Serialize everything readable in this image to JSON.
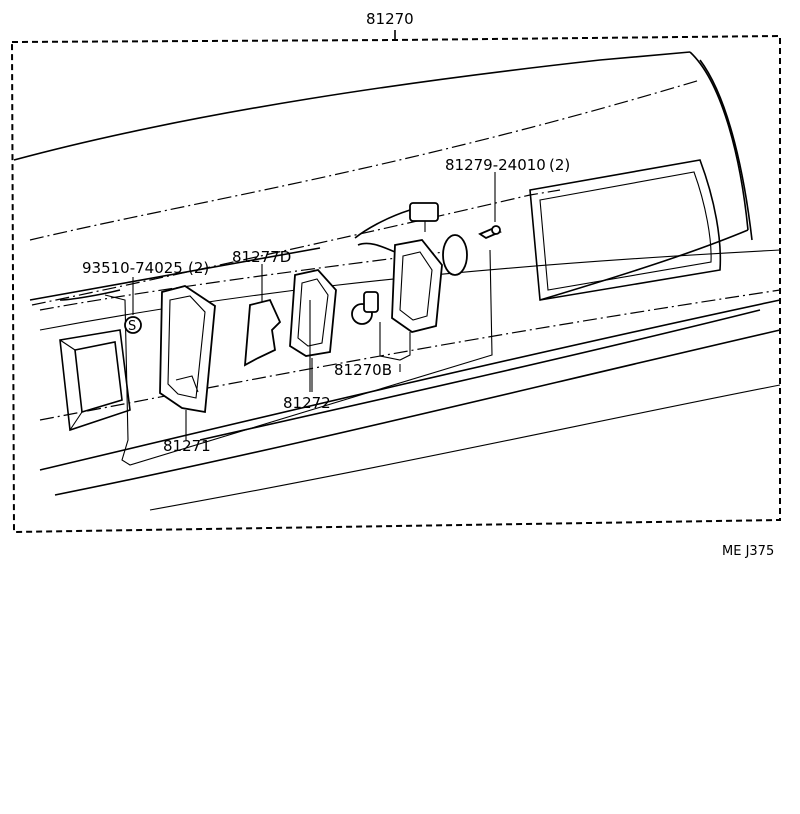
{
  "labels": {
    "assembly": "81270",
    "screw": "93510-74025",
    "screw_qty": "(2)",
    "cover": "81277D",
    "bolt": "81279-24010",
    "bolt_qty": "(2)",
    "gasket": "81272",
    "socket": "81270B",
    "lens": "81271",
    "code": "ME J375",
    "screw_symbol": "S"
  }
}
